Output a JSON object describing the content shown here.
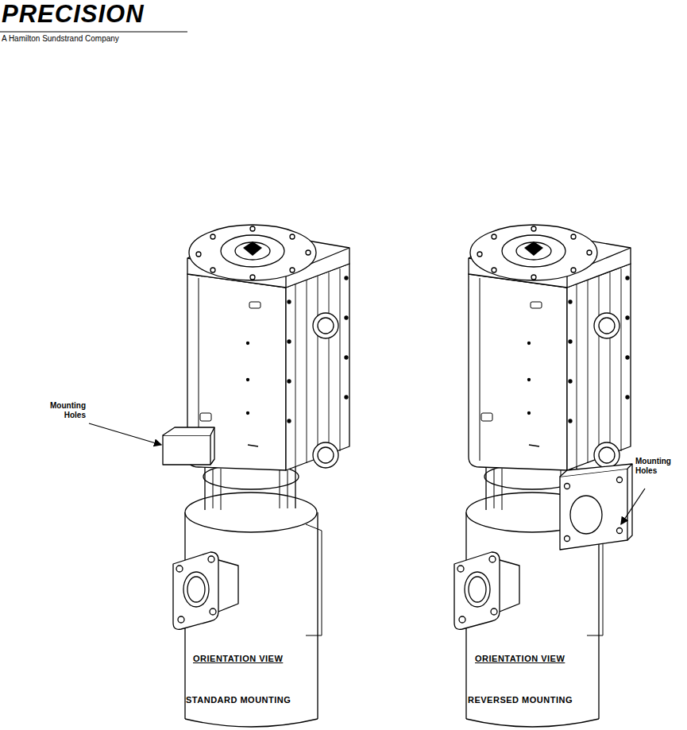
{
  "diagram": {
    "labels": [
      "PRECISION",
      "A Hamilton Sundstrand Company",
      "Mounting Holes",
      "Mounting Holes",
      "ORIENTATION VIEW",
      "ORIENTATION VIEW",
      "STANDARD MOUNTING",
      "REVERSED MOUNTING"
    ]
  }
}
